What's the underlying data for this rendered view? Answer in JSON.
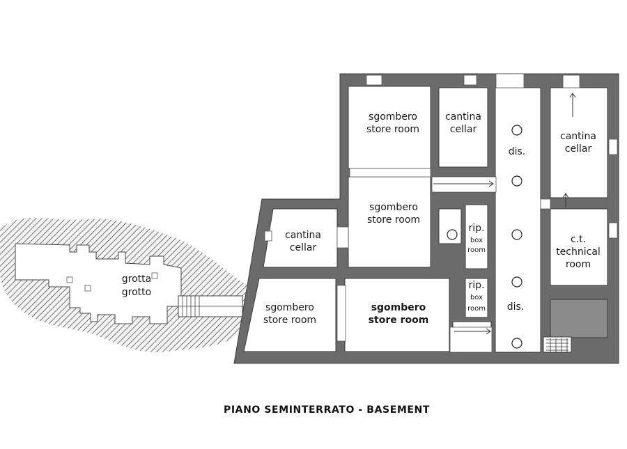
{
  "rooms": {
    "store_top_left": [
      "sgombero",
      "store room"
    ],
    "cellar_top": [
      "cantina",
      "cellar"
    ],
    "cellar_right": [
      "cantina",
      "cellar"
    ],
    "store_mid": [
      "sgombero",
      "store room"
    ],
    "cellar_left": [
      "cantina",
      "cellar"
    ],
    "rip_upper": [
      "rip.",
      "box",
      "room"
    ],
    "rip_lower": [
      "rip.",
      "box",
      "room"
    ],
    "technical": [
      "c.t.",
      "technical",
      "room"
    ],
    "store_bottom_left": [
      "sgombero",
      "store room"
    ],
    "store_bottom_mid": [
      "sgombero",
      "store room"
    ],
    "grotto": [
      "grotta",
      "grotto"
    ],
    "dis_upper": "dis.",
    "dis_lower": "dis."
  },
  "plan_title": "PIANO SEMINTERRATO - BASEMENT"
}
